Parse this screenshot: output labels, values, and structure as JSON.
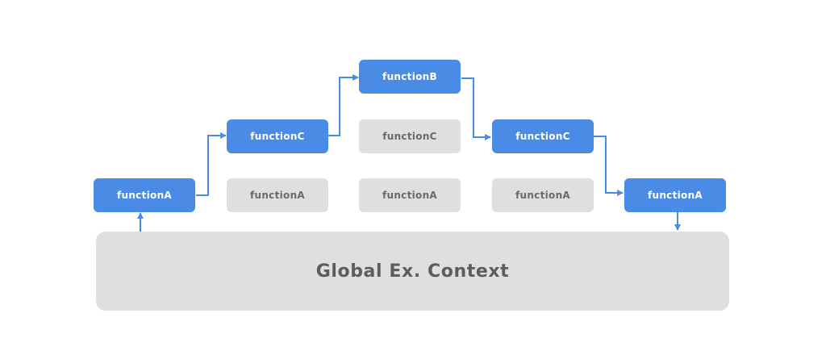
{
  "diagram": {
    "colors": {
      "active_fill": "#4a8be6",
      "inactive_fill": "#e0dfdd",
      "arrow": "#4a8be6",
      "global_fill": "#e0dfdd",
      "global_text": "#5d5d5d"
    },
    "global_context": {
      "label": "Global Ex. Context"
    },
    "frames": {
      "stage1_functionA": {
        "label": "functionA",
        "state": "active"
      },
      "stage2_functionC": {
        "label": "functionC",
        "state": "active"
      },
      "stage2_functionA": {
        "label": "functionA",
        "state": "inactive"
      },
      "stage3_functionB": {
        "label": "functionB",
        "state": "active"
      },
      "stage3_functionC": {
        "label": "functionC",
        "state": "inactive"
      },
      "stage3_functionA": {
        "label": "functionA",
        "state": "inactive"
      },
      "stage4_functionC": {
        "label": "functionC",
        "state": "active"
      },
      "stage4_functionA": {
        "label": "functionA",
        "state": "inactive"
      },
      "stage5_functionA": {
        "label": "functionA",
        "state": "active"
      }
    }
  }
}
